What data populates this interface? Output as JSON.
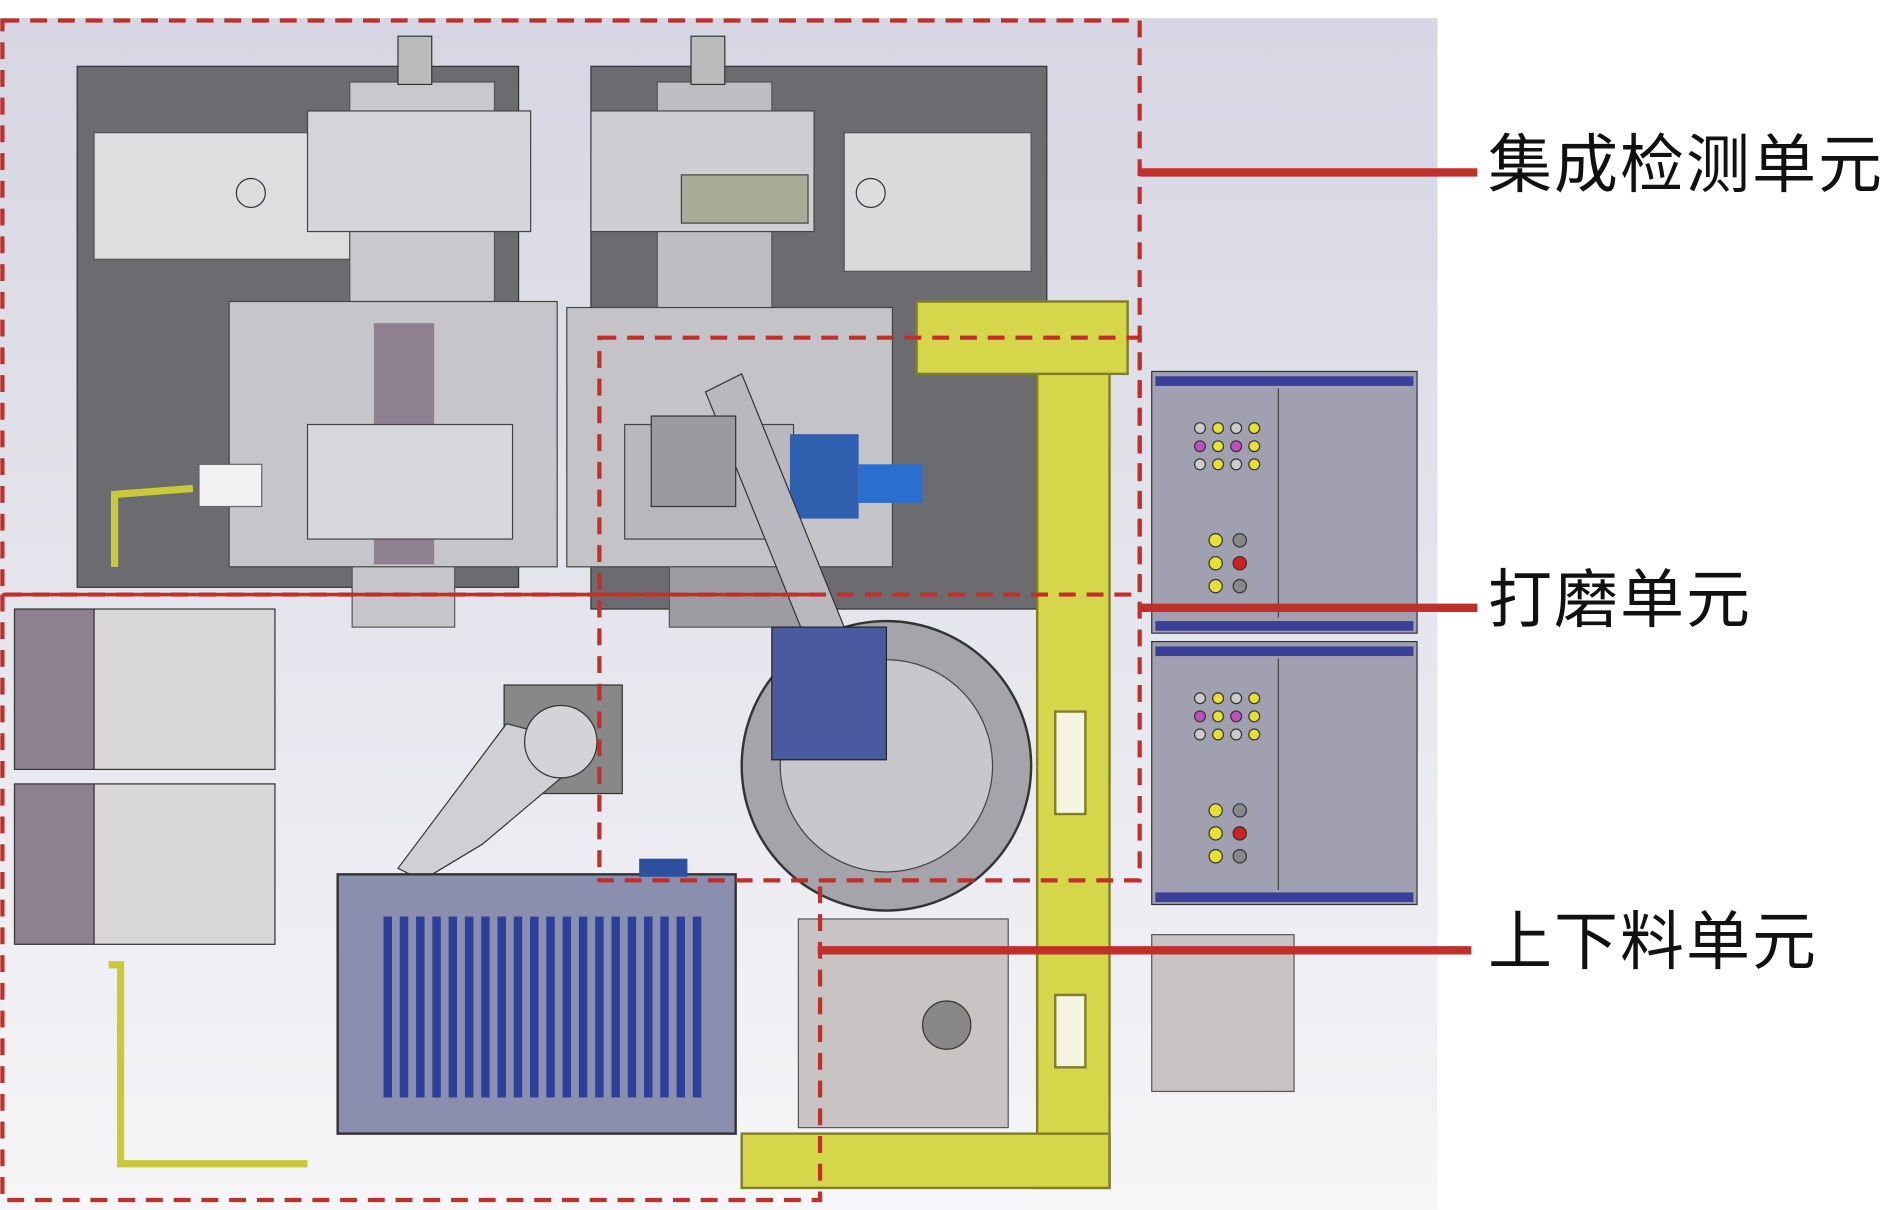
{
  "labels": {
    "inspection_unit": "集成检测单元",
    "grinding_unit": "打磨单元",
    "loading_unit": "上下料单元"
  },
  "colors": {
    "annotation_red": "#c0302a",
    "gantry_yellow": "#d6d64a",
    "cabinet_blue": "#3a3f9a",
    "machine_dark": "#6c6c70"
  }
}
